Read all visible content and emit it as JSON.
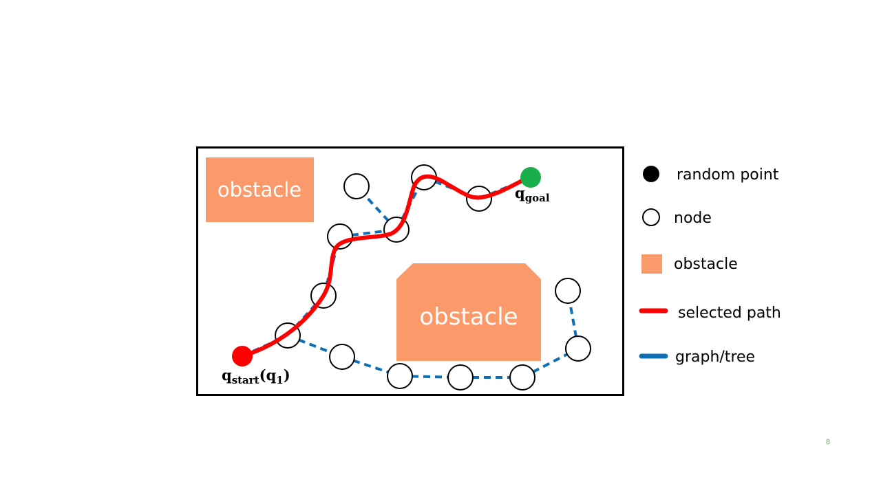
{
  "diagram": {
    "obstacles": [
      {
        "label": "obstacle"
      },
      {
        "label": "obstacle"
      }
    ],
    "start_label": {
      "q": "q",
      "sub": "start",
      "paren_open": "(",
      "paren_q": "q",
      "paren_sub": "1",
      "paren_close": ")"
    },
    "goal_label": {
      "q": "q",
      "sub": "goal"
    }
  },
  "legend": {
    "items": [
      {
        "label": "random point"
      },
      {
        "label": "node"
      },
      {
        "label": "obstacle"
      },
      {
        "label": "selected path"
      },
      {
        "label": "graph/tree"
      }
    ]
  },
  "colors": {
    "obstacle": "#fa9a6a",
    "selected_path": "#ff0000",
    "graph_tree": "#0f6fb5",
    "goal": "#1aaf4b",
    "start": "#ff0000",
    "random_point": "#000000",
    "page_number": "#70ad47"
  },
  "page_number": "8"
}
